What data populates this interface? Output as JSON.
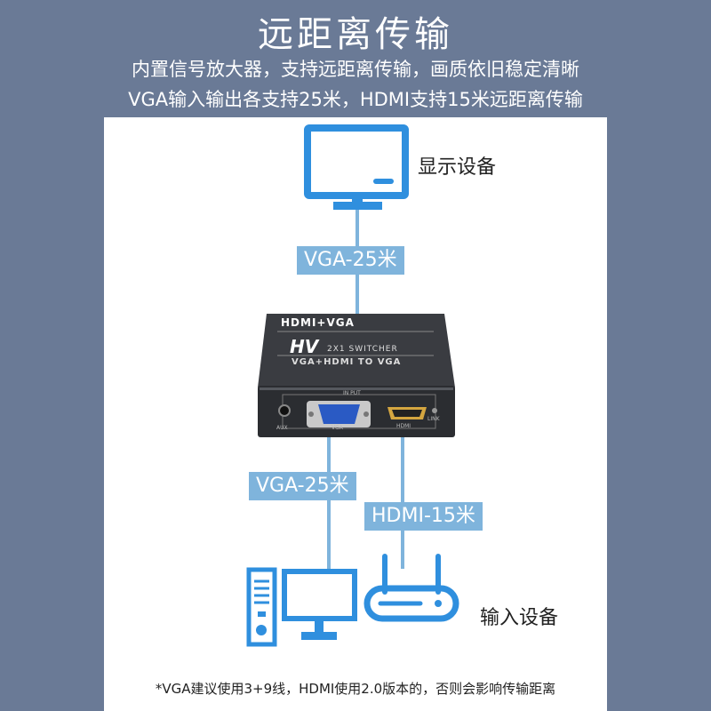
{
  "header": {
    "title": "远距离传输",
    "subtitle_line1": "内置信号放大器，支持远距离传输，画质依旧稳定清晰",
    "subtitle_line2": "VGA输入输出各支持25米，HDMI支持15米远距离传输"
  },
  "diagram": {
    "display_label": "显示设备",
    "input_label": "输入设备",
    "cable_top": "VGA-25米",
    "cable_bottom_left": "VGA-25米",
    "cable_bottom_right": "HDMI-15米",
    "device": {
      "top_brand": "HDMI+VGA",
      "logo": "HV",
      "model": "2X1 SWITCHER",
      "desc": "VGA+HDMI TO VGA",
      "panel_label": "IN PUT",
      "port_aux": "AUX",
      "port_vga": "VGA",
      "port_hdmi": "HDMI",
      "port_link": "LINK"
    },
    "colors": {
      "accent": "#2f8fde",
      "tag_bg": "#7fb4dc",
      "device_body": "#2b2d31"
    }
  },
  "footnote": "*VGA建议使用3+9线，HDMI使用2.0版本的，否则会影响传输距离"
}
